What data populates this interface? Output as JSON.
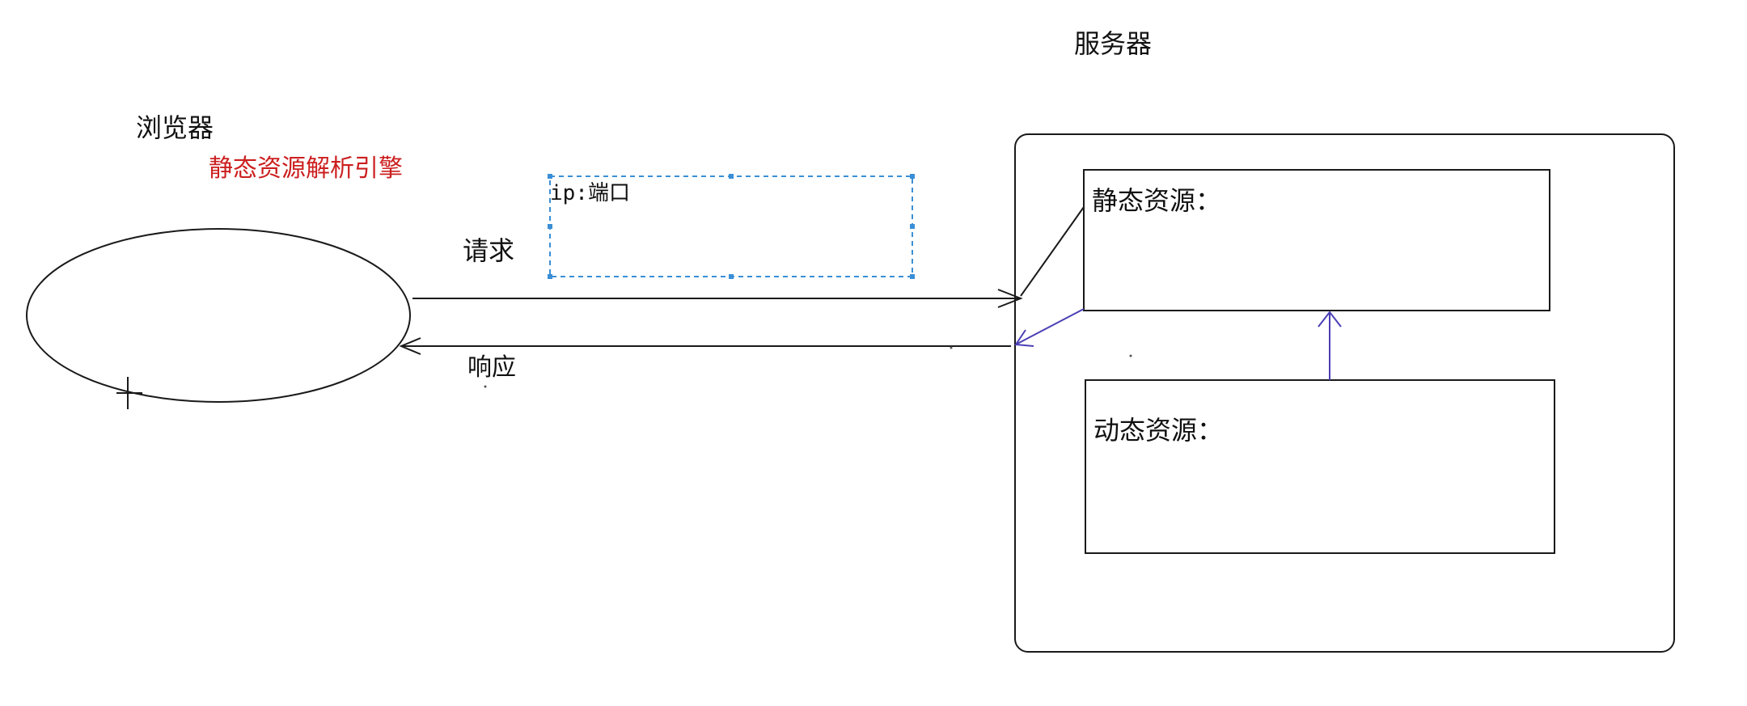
{
  "diagram": {
    "browser": {
      "title": "浏览器",
      "subtitle": "静态资源解析引擎"
    },
    "server": {
      "title": "服务器",
      "static_box": "静态资源：",
      "dynamic_box": "动态资源："
    },
    "request": {
      "label": "请求",
      "address_box": "ip:端口"
    },
    "response": {
      "label": "响应"
    }
  },
  "colors": {
    "stroke": "#1a1a1a",
    "highlight_text": "#cc1f1f",
    "internal_arrow": "#4a3fb5",
    "selection_dash": "#3a8fd6"
  }
}
